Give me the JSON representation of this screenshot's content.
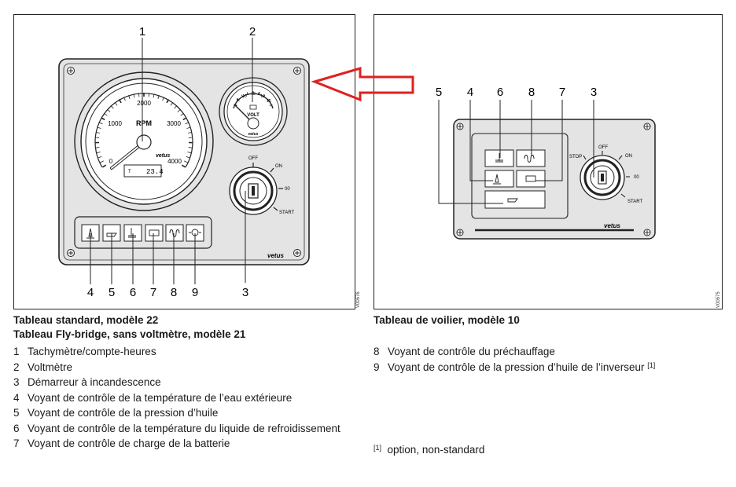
{
  "left_panel": {
    "caption_line1": "Tableau standard, modèle 22",
    "caption_line2": "Tableau Fly-bridge, sans voltmètre, modèle 21",
    "code": "V00576",
    "tach": {
      "ticks": [
        "0",
        "1000",
        "2000",
        "3000",
        "4000"
      ],
      "label": "RPM",
      "brand": "vetus",
      "hourmeter": "23.4",
      "hourmeter_prefix": "T"
    },
    "volt": {
      "ticks": [
        "8",
        "10",
        "12",
        "14",
        "16"
      ],
      "label": "VOLT",
      "brand": "vetus"
    },
    "key": {
      "labels": [
        "OFF",
        "ON",
        "START"
      ]
    },
    "brand": "vetus",
    "callouts": [
      "1",
      "2",
      "3",
      "4",
      "5",
      "6",
      "7",
      "8",
      "9"
    ]
  },
  "right_panel": {
    "caption": "Tableau de voilier, modèle 10",
    "code": "V00575",
    "key": {
      "labels": [
        "STOP",
        "OFF",
        "ON",
        "START"
      ]
    },
    "brand": "vetus",
    "callouts": [
      "5",
      "4",
      "6",
      "8",
      "7",
      "3"
    ]
  },
  "legend_left": [
    {
      "n": "1",
      "text": "Tachymètre/compte-heures"
    },
    {
      "n": "2",
      "text": "Voltmètre"
    },
    {
      "n": "3",
      "text": "Démarreur à incandescence"
    },
    {
      "n": "4",
      "text": "Voyant de contrôle de la température de l’eau extérieure"
    },
    {
      "n": "5",
      "text": "Voyant de contrôle de la pression d’huile"
    },
    {
      "n": "6",
      "text": "Voyant de contrôle de la température du liquide de refroidissement"
    },
    {
      "n": "7",
      "text": "Voyant de contrôle de charge de la batterie"
    }
  ],
  "legend_right": [
    {
      "n": "8",
      "text": "Voyant de contrôle du préchauffage",
      "sup": ""
    },
    {
      "n": "9",
      "text": "Voyant de contrôle de la pression d’huile de l’inverseur",
      "sup": "[1]"
    }
  ],
  "footnote": {
    "mark": "[1]",
    "text": "option, non-standard"
  },
  "colors": {
    "arrow": "#e02020",
    "panel": "#e4e4e4"
  }
}
